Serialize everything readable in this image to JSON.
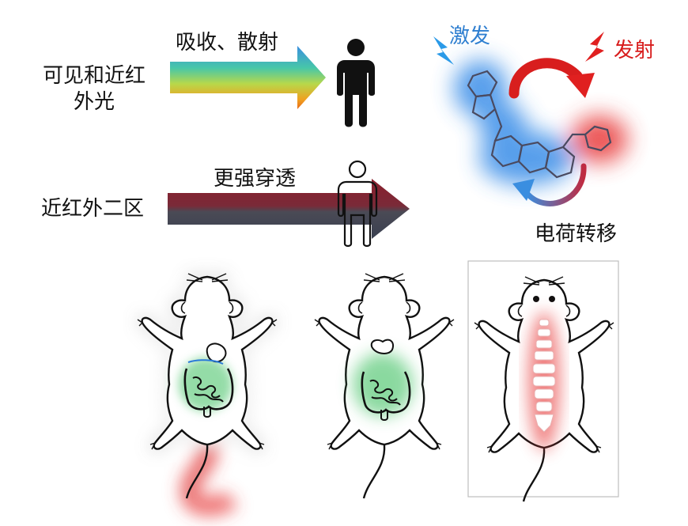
{
  "visible_nir": {
    "label_line1": "可见和近红",
    "label_line2": "外光",
    "arrow_label": "吸收、散射"
  },
  "nir_ii": {
    "label": "近红外二区",
    "arrow_label": "更强穿透"
  },
  "molecule": {
    "excite_label": "激发",
    "emit_label": "发射",
    "transfer_label": "电荷转移"
  },
  "colors": {
    "excite": "#2f8fe0",
    "emit": "#e02020",
    "green_glow": "#3cc060",
    "red_glow": "#e83a3a"
  },
  "icons": [
    "lightning-excite-icon",
    "lightning-emit-icon",
    "person-solid-icon",
    "person-outline-icon",
    "mouse-icon"
  ]
}
